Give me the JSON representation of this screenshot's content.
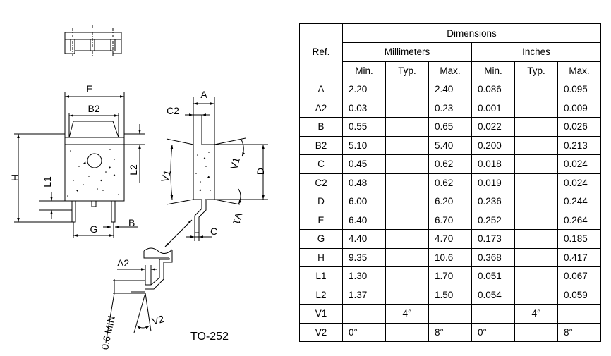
{
  "drawing": {
    "package_name": "TO-252",
    "labels": {
      "E": "E",
      "B2": "B2",
      "C2": "C2",
      "A": "A",
      "H": "H",
      "L1": "L1",
      "L2": "L2",
      "V1_left": "V1",
      "V1_right": "V1",
      "V1_bottom": "V1",
      "D": "D",
      "G": "G",
      "B": "B",
      "C": "C",
      "A2": "A2",
      "min_label": "0.6 MIN",
      "V2": "V2"
    }
  },
  "table": {
    "header": {
      "ref": "Ref.",
      "dimensions": "Dimensions",
      "millimeters": "Millimeters",
      "inches": "Inches",
      "cols": [
        "Min.",
        "Typ.",
        "Max.",
        "Min.",
        "Typ.",
        "Max."
      ]
    },
    "rows": [
      {
        "ref": "A",
        "vals": [
          "2.20",
          "",
          "2.40",
          "0.086",
          "",
          "0.095"
        ]
      },
      {
        "ref": "A2",
        "vals": [
          "0.03",
          "",
          "0.23",
          "0.001",
          "",
          "0.009"
        ]
      },
      {
        "ref": "B",
        "vals": [
          "0.55",
          "",
          "0.65",
          "0.022",
          "",
          "0.026"
        ]
      },
      {
        "ref": "B2",
        "vals": [
          "5.10",
          "",
          "5.40",
          "0.200",
          "",
          "0.213"
        ]
      },
      {
        "ref": "C",
        "vals": [
          "0.45",
          "",
          "0.62",
          "0.018",
          "",
          "0.024"
        ]
      },
      {
        "ref": "C2",
        "vals": [
          "0.48",
          "",
          "0.62",
          "0.019",
          "",
          "0.024"
        ]
      },
      {
        "ref": "D",
        "vals": [
          "6.00",
          "",
          "6.20",
          "0.236",
          "",
          "0.244"
        ]
      },
      {
        "ref": "E",
        "vals": [
          "6.40",
          "",
          "6.70",
          "0.252",
          "",
          "0.264"
        ]
      },
      {
        "ref": "G",
        "vals": [
          "4.40",
          "",
          "4.70",
          "0.173",
          "",
          "0.185"
        ]
      },
      {
        "ref": "H",
        "vals": [
          "9.35",
          "",
          "10.6",
          "0.368",
          "",
          "0.417"
        ]
      },
      {
        "ref": "L1",
        "vals": [
          "1.30",
          "",
          "1.70",
          "0.051",
          "",
          "0.067"
        ]
      },
      {
        "ref": "L2",
        "vals": [
          "1.37",
          "",
          "1.50",
          "0.054",
          "",
          "0.059"
        ]
      },
      {
        "ref": "V1",
        "vals": [
          "",
          "4°",
          "",
          "",
          "4°",
          ""
        ]
      },
      {
        "ref": "V2",
        "vals": [
          "0°",
          "",
          "8°",
          "0°",
          "",
          "8°"
        ]
      }
    ]
  }
}
